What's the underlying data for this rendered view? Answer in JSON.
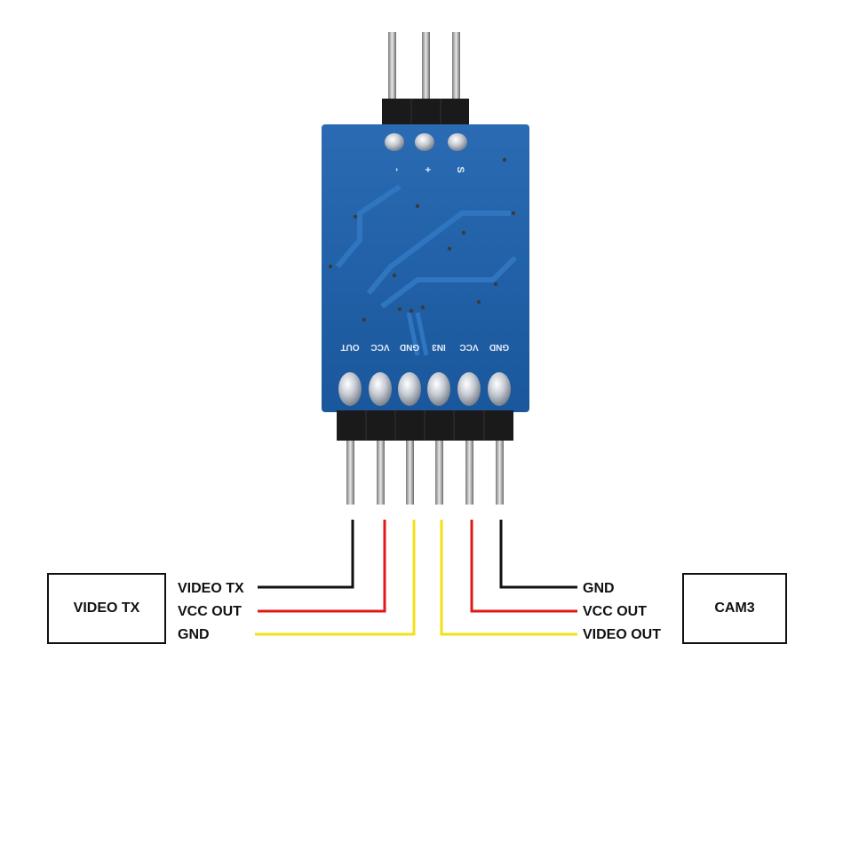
{
  "boxes": {
    "left": "VIDEO TX",
    "right": "CAM3"
  },
  "left_labels": [
    "VIDEO TX",
    "VCC OUT",
    "GND"
  ],
  "right_labels": [
    "GND",
    "VCC OUT",
    "VIDEO OUT"
  ],
  "board": {
    "top_pins": [
      "-",
      "+",
      "S"
    ],
    "bottom_pins": [
      "OUT",
      "VCC",
      "GND",
      "IN3",
      "VCC",
      "GND"
    ]
  },
  "colors": {
    "board": "#1d5fa8",
    "black_wire": "#111111",
    "red_wire": "#e01818",
    "yellow_wire": "#f2e01a"
  }
}
